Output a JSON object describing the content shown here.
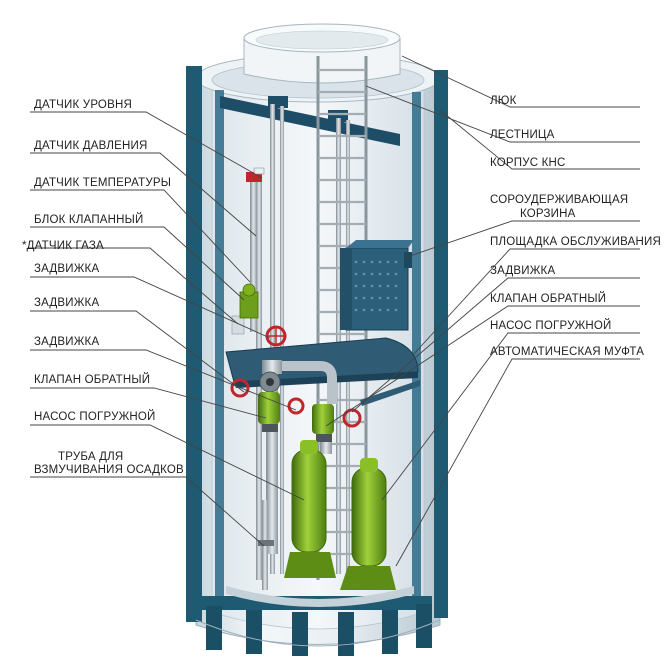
{
  "diagram": {
    "left_labels": [
      {
        "id": "level-sensor",
        "text": "ДАТЧИК УРОВНЯ"
      },
      {
        "id": "pressure-sensor",
        "text": "ДАТЧИК ДАВЛЕНИЯ"
      },
      {
        "id": "temperature-sensor",
        "text": "ДАТЧИК ТЕМПЕРАТУРЫ"
      },
      {
        "id": "valve-block",
        "text": "БЛОК КЛАПАННЫЙ"
      },
      {
        "id": "gas-sensor",
        "text": "*ДАТЧИК ГАЗА"
      },
      {
        "id": "gate-valve-1",
        "text": "ЗАДВИЖКА"
      },
      {
        "id": "gate-valve-2",
        "text": "ЗАДВИЖКА"
      },
      {
        "id": "gate-valve-3",
        "text": "ЗАДВИЖКА"
      },
      {
        "id": "check-valve-left",
        "text": "КЛАПАН ОБРАТНЫЙ"
      },
      {
        "id": "submersible-pump-left",
        "text": "НАСОС ПОГРУЖНОЙ"
      },
      {
        "id": "agitation-pipe-line1",
        "text": "ТРУБА ДЛЯ"
      },
      {
        "id": "agitation-pipe-line2",
        "text": "ВЗМУЧИВАНИЯ ОСАДКОВ"
      }
    ],
    "right_labels": [
      {
        "id": "hatch",
        "text": "ЛЮК"
      },
      {
        "id": "ladder",
        "text": "ЛЕСТНИЦА"
      },
      {
        "id": "station-housing",
        "text": "КОРПУС КНС"
      },
      {
        "id": "debris-basket-line1",
        "text": "СОРОУДЕРЖИВАЮЩАЯ"
      },
      {
        "id": "debris-basket-line2",
        "text": "КОРЗИНА"
      },
      {
        "id": "service-platform",
        "text": "ПЛОЩАДКА ОБСЛУЖИВАНИЯ"
      },
      {
        "id": "gate-valve-right",
        "text": "ЗАДВИЖКА"
      },
      {
        "id": "check-valve-right",
        "text": "КЛАПАН ОБРАТНЫЙ"
      },
      {
        "id": "submersible-pump-right",
        "text": "НАСОС ПОГРУЖНОЙ"
      },
      {
        "id": "auto-coupling",
        "text": "АВТОМАТИЧЕСКАЯ МУФТА"
      }
    ],
    "colors": {
      "shell": "#e6edf1",
      "frame": "#1f5a73",
      "pump": "#7fb21e",
      "valve_wheel": "#c0262b",
      "platform": "#2f5b75",
      "basket": "#2c5f7a"
    }
  }
}
